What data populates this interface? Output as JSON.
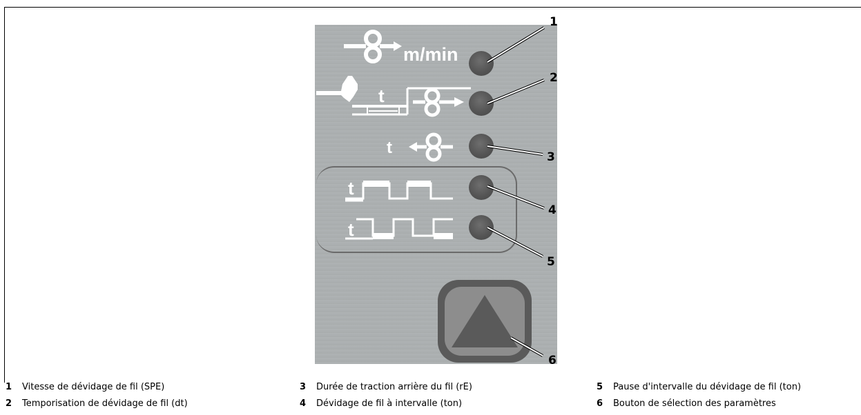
{
  "symbols": {
    "speed_unit": "m/min",
    "time_letter": "t"
  },
  "callouts": [
    "1",
    "2",
    "3",
    "4",
    "5",
    "6"
  ],
  "legend": [
    {
      "num": "1",
      "text": "Vitesse de dévidage de fil (SPE)"
    },
    {
      "num": "2",
      "text": "Temporisation de dévidage de fil (dt)"
    },
    {
      "num": "3",
      "text": "Durée de traction arrière du fil (rE)"
    },
    {
      "num": "4",
      "text": "Dévidage de fil à intervalle (ton)"
    },
    {
      "num": "5",
      "text": "Pause d'intervalle du dévidage de fil (ton)"
    },
    {
      "num": "6",
      "text": "Bouton de sélection des paramètres"
    }
  ]
}
